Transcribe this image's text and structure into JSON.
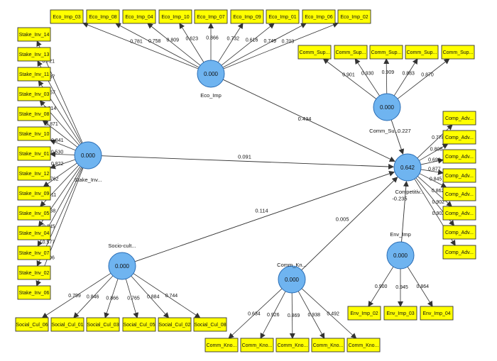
{
  "colors": {
    "indicator_fill": "#ffff00",
    "indicator_stroke": "#333333",
    "construct_fill": "#6fb4f0",
    "construct_stroke": "#2a6db5",
    "arrow": "#333333"
  },
  "constructs": {
    "eco": {
      "label": "Eco_Imp",
      "value": "0.000"
    },
    "stake": {
      "label": "Stake_Inv...",
      "value": "0.000"
    },
    "sup": {
      "label": "Comm_Su...",
      "value": "0.000"
    },
    "comp": {
      "label": "Competitiv...",
      "value": "0.642"
    },
    "env": {
      "label": "Env_Imp",
      "value": "0.000"
    },
    "soc": {
      "label": "Socio-cult...",
      "value": "0.000"
    },
    "kno": {
      "label": "Comm_Kn...",
      "value": "0.000"
    }
  },
  "indicators": {
    "eco": [
      "Eco_Imp_03",
      "Eco_Imp_08",
      "Eco_Imp_04",
      "Eco_Imp_10",
      "Eco_Imp_07",
      "Eco_Imp_09",
      "Eco_Imp_01",
      "Eco_Imp_06",
      "Eco_Imp_02"
    ],
    "stake": [
      "Stake_Inv_14",
      "Stake_Inv_13",
      "Stake_Inv_11",
      "Stake_Inv_03",
      "Stake_Inv_08",
      "Stake_Inv_10",
      "Stake_Inv_01",
      "Stake_Inv_12",
      "Stake_Inv_09",
      "Stake_Inv_05",
      "Stake_Inv_04",
      "Stake_Inv_07",
      "Stake_Inv_02",
      "Stake_Inv_06"
    ],
    "sup": [
      "Comm_Sup...",
      "Comm_Sup...",
      "Comm_Sup...",
      "Comm_Sup...",
      "Comm_Sup..."
    ],
    "comp": [
      "Comp_Adv...",
      "Comp_Adv...",
      "Comp_Adv...",
      "Comp_Adv...",
      "Comp_Adv...",
      "Comp_Adv...",
      "Comp_Adv...",
      "Comp_Adv..."
    ],
    "env": [
      "Env_Imp_02",
      "Env_Imp_03",
      "Env_Imp_04"
    ],
    "soc": [
      "Social_Cul_06",
      "Social_Cul_01",
      "Social_Cul_03",
      "Social_Cul_05",
      "Social_Cul_02",
      "Social_Cul_08"
    ],
    "kno": [
      "Comm_Kno...",
      "Comm_Kno...",
      "Comm_Kno...",
      "Comm_Kno...",
      "Comm_Kno..."
    ]
  },
  "loadings": {
    "eco": [
      "0.781",
      "0.758",
      "0.809",
      "0.623",
      "0.866",
      "0.732",
      "0.616",
      "0.749",
      "0.703"
    ],
    "stake": [
      "0.721",
      "0.737",
      "0.857",
      "0.814",
      "0.871",
      "0.841",
      "0.530",
      "0.822",
      "0.762",
      "0.811",
      "0.838",
      "0.845",
      "0.577",
      "0.906"
    ],
    "sup": [
      "0.901",
      "0.930",
      "0.909",
      "0.883",
      "0.870"
    ],
    "comp": [
      "0.778",
      "0.808",
      "0.690",
      "0.877",
      "0.845",
      "0.862",
      "0.902",
      "0.902"
    ],
    "env": [
      "0.900",
      "0.945",
      "0.864"
    ],
    "soc": [
      "0.799",
      "0.846",
      "0.866",
      "0.765",
      "0.884",
      "0.744"
    ],
    "kno": [
      "0.634",
      "0.926",
      "0.869",
      "0.938",
      "0.492"
    ]
  },
  "paths": [
    {
      "from": "eco",
      "value": "0.434"
    },
    {
      "from": "stake",
      "value": "0.091"
    },
    {
      "from": "soc",
      "value": "0.114"
    },
    {
      "from": "kno",
      "value": "0.005"
    },
    {
      "from": "sup",
      "value": "0.227"
    },
    {
      "from": "env",
      "value": "-0.235"
    }
  ]
}
